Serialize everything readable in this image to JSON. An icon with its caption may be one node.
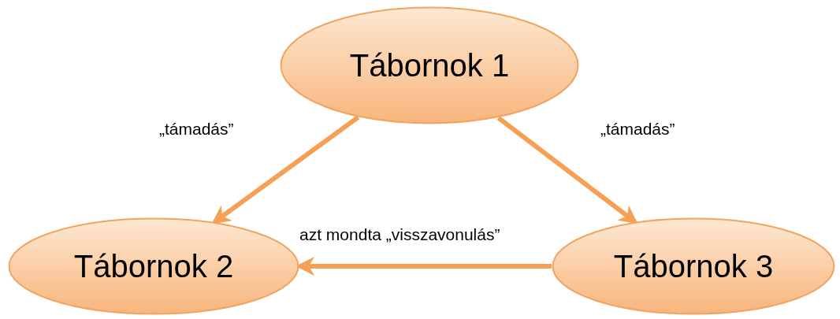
{
  "diagram": {
    "nodes": [
      {
        "text": [
          "Tábornok 1"
        ]
      },
      {
        "text": [
          "Tábornok 2"
        ]
      },
      {
        "text": [
          "Tábornok 3"
        ]
      }
    ],
    "edges": [
      {
        "from": 0,
        "to": 1,
        "arrow": "to",
        "label": "„támadás”"
      },
      {
        "from": 0,
        "to": 2,
        "arrow": "to",
        "label": "„támadás”"
      },
      {
        "from": 2,
        "to": 1,
        "arrow": "to",
        "label": "azt mondta „visszavonulás”"
      }
    ]
  }
}
